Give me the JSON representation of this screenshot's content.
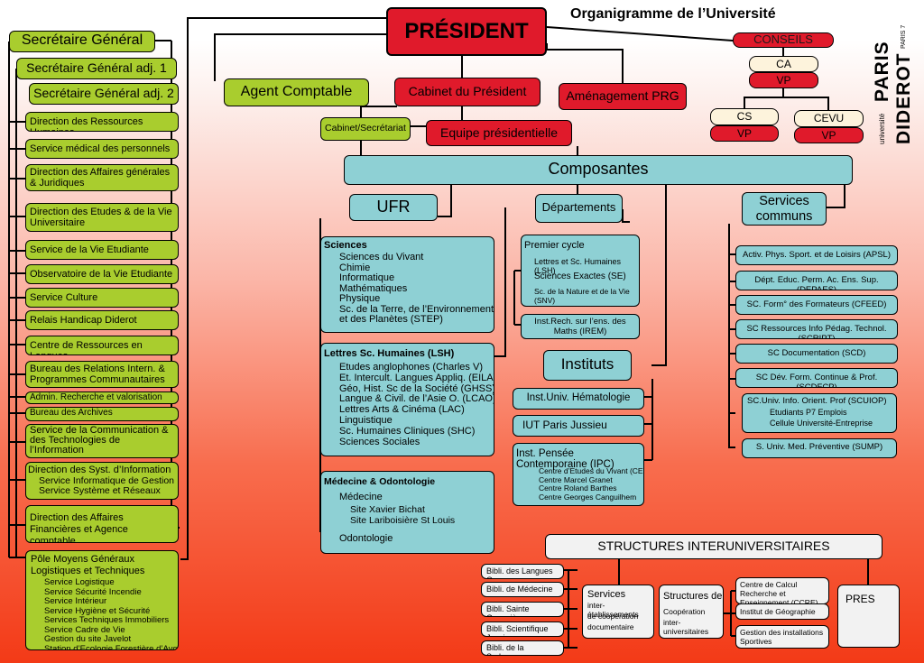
{
  "title": "Organigramme de l’Université",
  "logo": {
    "small1": "université",
    "paris": "PARIS",
    "diderot": "DIDEROT",
    "small2": "PARIS 7"
  },
  "president": "PRÉSIDENT",
  "conseils": "CONSEILS",
  "ca": "CA",
  "ca_vp": "VP",
  "cs": "CS",
  "cs_vp": "VP",
  "cevu": "CEVU",
  "cevu_vp": "VP",
  "cabinet": "Cabinet du Président",
  "amenagement": "Aménagement PRG",
  "cabinet_secretariat": "Cabinet/Secrétariat",
  "equipe": "Equipe présidentielle",
  "agent_comptable": "Agent Comptable",
  "sg": "Secrétaire Général",
  "sg_adj1": "Secrétaire Général adj. 1",
  "sg_adj2": "Secrétaire Général adj. 2",
  "left_items": [
    "Direction des Ressources Humaines",
    "Service médical des personnels",
    "Direction des Affaires générales & Juridiques",
    "Direction des Etudes & de la Vie Universitaire",
    "Service de la Vie Etudiante",
    "Observatoire de la Vie Etudiante",
    "Service Culture",
    "Relais Handicap Diderot",
    "Centre de Ressources en Langues",
    "Bureau des Relations Intern. & Programmes Communautaires",
    "Admin. Recherche et valorisation",
    "Bureau des Archives",
    "Service de la Communication & des Technologies de l’Information"
  ],
  "dsi": {
    "title": "Direction des Syst. d’Information",
    "lines": [
      "Service Informatique de Gestion",
      "Service Système et Réseaux"
    ]
  },
  "daf": "Direction des Affaires Financières et Agence comptable",
  "pole": {
    "title": "Pôle Moyens Généraux Logistiques et Techniques",
    "lines": [
      "Service Logistique",
      "Service Sécurité Incendie",
      "Service Intérieur",
      "Service Hygiène et Sécurité",
      "Services Techniques Immobiliers",
      "Service Cadre de Vie",
      "Gestion du site Javelot",
      "Station d’Ecologie Forestière d’Avon"
    ]
  },
  "composantes": "Composantes",
  "ufr": "UFR",
  "sciences": {
    "title": "Sciences",
    "lines": [
      "Sciences du Vivant",
      "Chimie",
      "Informatique",
      "Mathématiques",
      "Physique",
      "Sc. de la Terre, de l’Environnement",
      "et des Planètes (STEP)"
    ]
  },
  "lsh": {
    "title": "Lettres Sc. Humaines (LSH)",
    "lines": [
      "Etudes anglophones (Charles V)",
      "Et. Intercult. Langues Appliq. (EILA)",
      "Géo, Hist. Sc de la Société (GHSS)",
      "Langue & Civil. de l’Asie O. (LCAO)",
      "Lettres Arts & Cinéma (LAC)",
      "Linguistique",
      "Sc. Humaines Cliniques (SHC)",
      "Sciences Sociales"
    ]
  },
  "medecine": {
    "title": "Médecine & Odontologie",
    "sub": "Médecine",
    "lines": [
      "Site Xavier Bichat",
      "Site Lariboisière St Louis"
    ],
    "odonto": "Odontologie"
  },
  "departements": "Départements",
  "premier_cycle": {
    "title": "Premier cycle",
    "lines": [
      "Lettres et Sc. Humaines (LSH)",
      "Sciences Exactes (SE)",
      "Sc. de la Nature et de la Vie (SNV)"
    ]
  },
  "irem": "Inst.Rech. sur l’ens. des Maths (IREM)",
  "instituts": "Instituts",
  "iuh": "Inst.Univ. Hématologie (IUH)",
  "iut": "IUT Paris Jussieu",
  "ipc": {
    "title": "Inst. Pensée Contemporaine (IPC)",
    "lines": [
      "Centre d’Etudes du Vivant (CEV)",
      "Centre Marcel Granet",
      "Centre Roland Barthes",
      "Centre Georges Canguilhem"
    ]
  },
  "services_communs": "Services communs",
  "sc_items": [
    "Activ. Phys. Sport. et de Loisirs (APSL)",
    "Dépt. Educ. Perm. Ac. Ens. Sup. (DEPAES)",
    "SC. Form° des Formateurs (CFEED)",
    "SC Ressources Info Pédag. Technol. (SCRIPT)",
    "SC Documentation (SCD)",
    "SC Dév. Form. Continue & Prof. (SCDFCP)"
  ],
  "scuiop": {
    "title": "SC.Univ. Info. Orient. Prof (SCUIOP)",
    "lines": [
      "Etudiants P7 Emplois",
      "Cellule Université-Entreprise"
    ]
  },
  "sump": "S. Univ. Med. Préventive (SUMP)",
  "structures": "STRUCTURES INTERUNIVERSITAIRES",
  "biblis": [
    "Bibli. des Langues O.",
    "Bibli. de Médecine",
    "Bibli. Sainte Geneviève",
    "Bibli. Scientifique Jussieu",
    "Bibli. de la Sorbonne"
  ],
  "services_inter": {
    "title": "Services",
    "lines": [
      "inter-établissements",
      "de coopération",
      "documentaire"
    ]
  },
  "structures_de": {
    "title": "Structures de",
    "lines": [
      "Coopération",
      "inter-universitaires"
    ]
  },
  "coop_items": [
    "Centre de Calcul Recherche et Enseignement (CCRE)",
    "Institut de Géographie",
    "Gestion des installations Sportives"
  ],
  "pres": "PRES"
}
